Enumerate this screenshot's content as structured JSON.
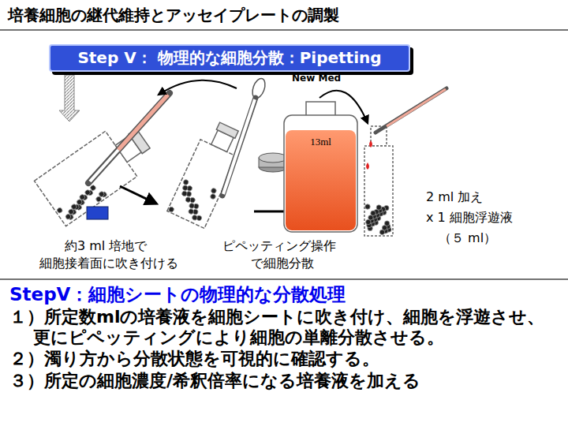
{
  "diagram": {
    "title": "培養細胞の継代維持とアッセイプレートの調製",
    "nodes": [
      {
        "text": [
          "Step V： 物理的な細胞分散：Pipetting"
        ]
      },
      {
        "text": [
          "13ml"
        ]
      }
    ],
    "labels": [
      "New Med",
      "約3 ml 培地で",
      "細胞接着面に吹き付ける",
      "ピペッティング操作",
      "で細胞分散",
      "2 ml 加え",
      "x 1 細胞浮遊液",
      "（５ ml）",
      "StepⅤ：細胞シートの物理的な分散処理",
      "１）所定数mlの培養液を細胞シートに吹き付け、細胞を浮遊させ、更にピペッティングにより細胞の単離分散させる。",
      "２）濁り方から分散状態を可視的に確認する。",
      "３）所定の細胞濃度/希釈倍率になる培養液を加える"
    ]
  }
}
